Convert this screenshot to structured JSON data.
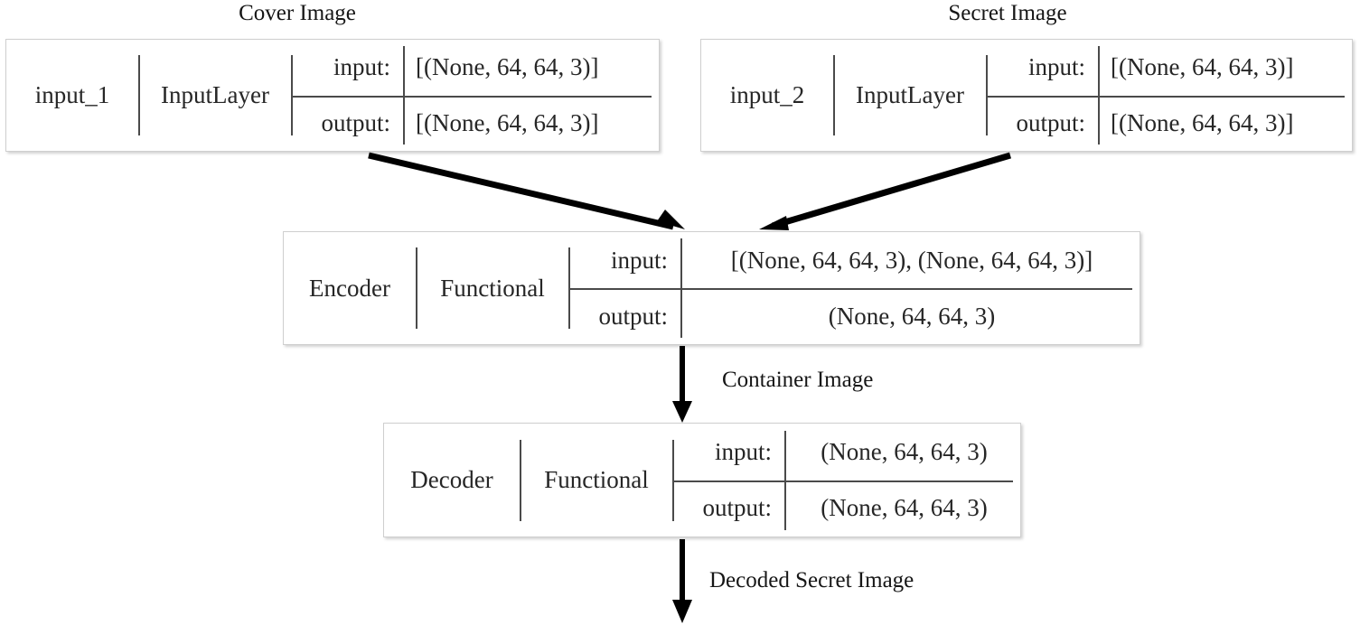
{
  "diagram": {
    "title_cover": "Cover Image",
    "title_secret": "Secret Image",
    "edge_label_container": "Container Image",
    "edge_label_decoded": "Decoded Secret Image",
    "io_input_label": "input:",
    "io_output_label": "output:",
    "arrow_color": "#000000",
    "box_border_color": "#cfcfcf",
    "rule_color": "#4a4a4a",
    "text_color": "#262626"
  },
  "nodes": [
    {
      "id": "input_1",
      "name": "input_1",
      "type": "InputLayer",
      "input_shape": "[(None, 64, 64, 3)]",
      "output_shape": "[(None, 64, 64, 3)]"
    },
    {
      "id": "input_2",
      "name": "input_2",
      "type": "InputLayer",
      "input_shape": "[(None, 64, 64, 3)]",
      "output_shape": "[(None, 64, 64, 3)]"
    },
    {
      "id": "encoder",
      "name": "Encoder",
      "type": "Functional",
      "input_shape": "[(None, 64, 64, 3), (None, 64, 64, 3)]",
      "output_shape": "(None, 64, 64, 3)"
    },
    {
      "id": "decoder",
      "name": "Decoder",
      "type": "Functional",
      "input_shape": "(None, 64, 64, 3)",
      "output_shape": "(None, 64, 64, 3)"
    }
  ]
}
